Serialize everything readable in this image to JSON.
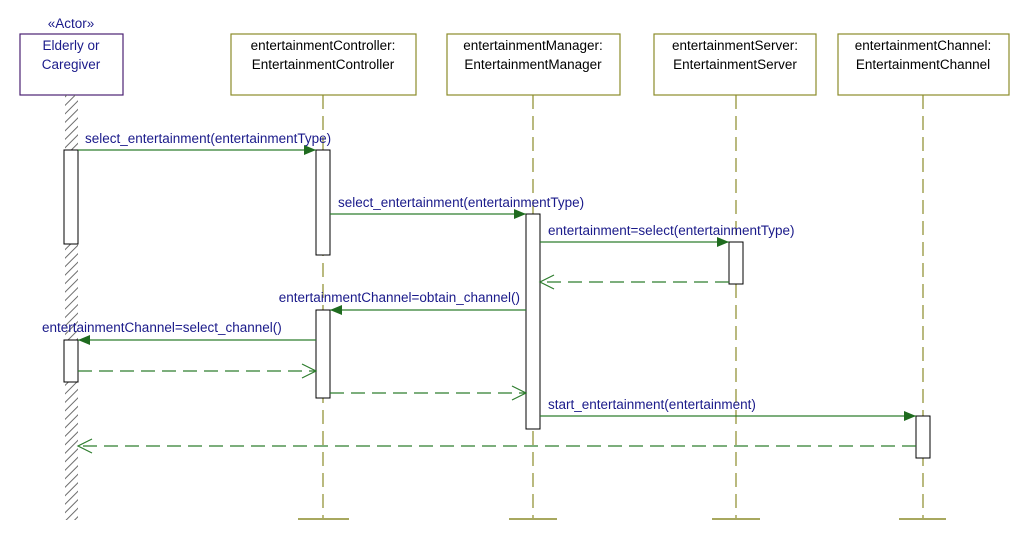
{
  "colors": {
    "box_border": "#8b8b2a",
    "actor_border": "#4b2173",
    "lifeline": "#8b8b2a",
    "message_line": "#2e7d2e",
    "arrowhead": "#1f6b1f",
    "message_text": "#1a1a8a",
    "return_line": "#2e7d2e",
    "activation_border": "#000000"
  },
  "actor": {
    "stereotype": "«Actor»",
    "name_line1": "Elderly or",
    "name_line2": "Caregiver"
  },
  "objects": [
    {
      "line1": "entertainmentController:",
      "line2": "EntertainmentController"
    },
    {
      "line1": "entertainmentManager:",
      "line2": "EntertainmentManager"
    },
    {
      "line1": "entertainmentServer:",
      "line2": "EntertainmentServer"
    },
    {
      "line1": "entertainmentChannel:",
      "line2": "EntertainmentChannel"
    }
  ],
  "messages": [
    {
      "label": "select_entertainment(entertainmentType)"
    },
    {
      "label": "select_entertainment(entertainmentType)"
    },
    {
      "label": "entertainment=select(entertainmentType)"
    },
    {
      "label": "entertainmentChannel=obtain_channel()"
    },
    {
      "label": "entertainmentChannel=select_channel()"
    },
    {
      "label": "start_entertainment(entertainment)"
    }
  ]
}
